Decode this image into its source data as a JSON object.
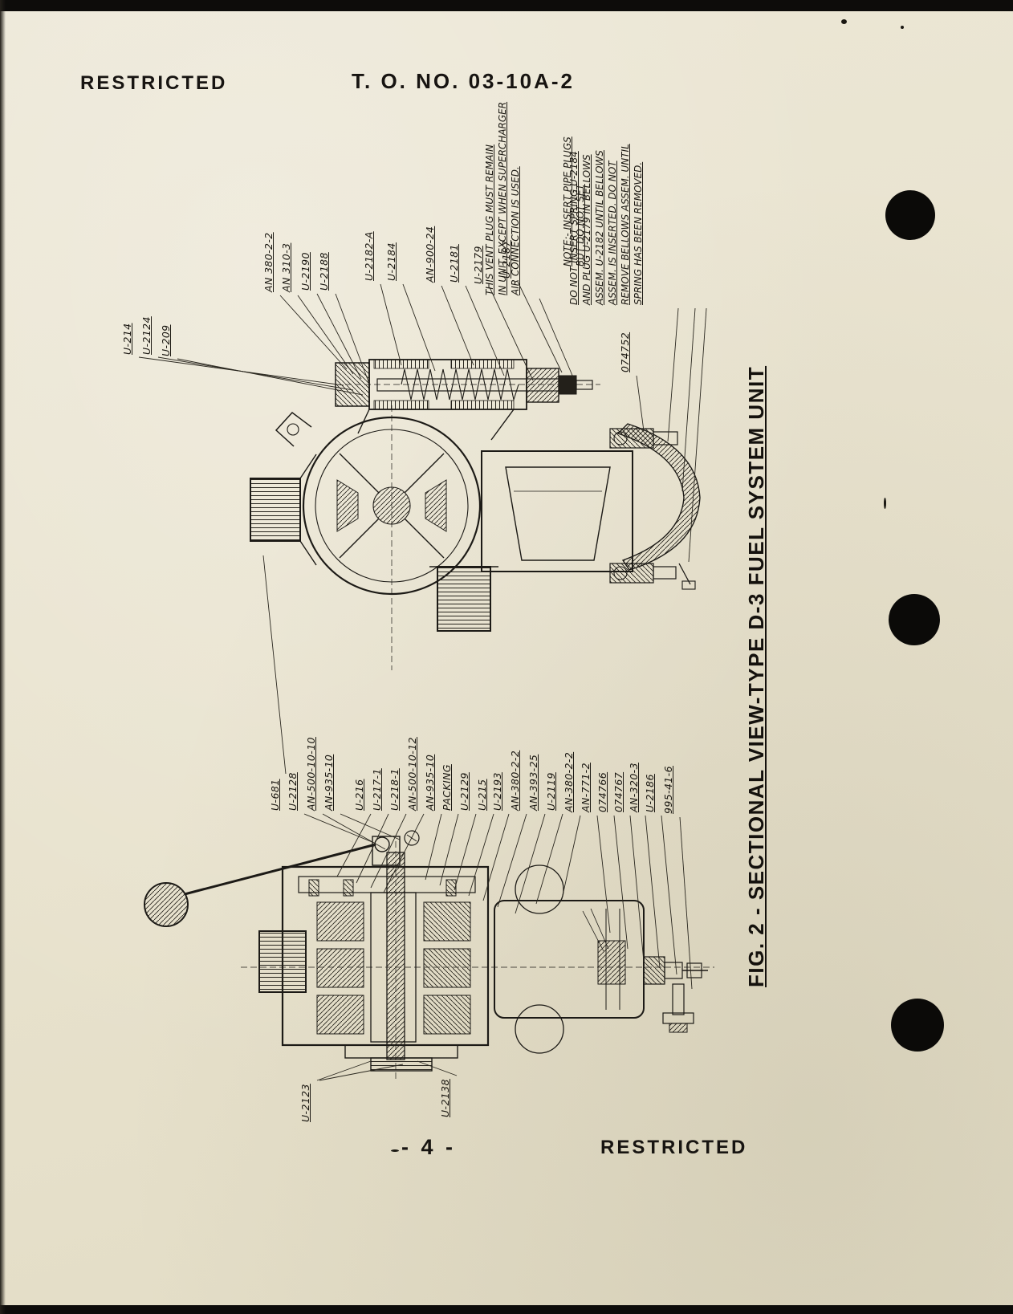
{
  "page": {
    "header_left": "RESTRICTED",
    "header_center": "T. O. NO. 03-10A-2",
    "footer_page_number": "- 4 -",
    "footer_right": "RESTRICTED"
  },
  "figure": {
    "caption": "FIG. 2 - SECTIONAL VIEW-TYPE D-3 FUEL SYSTEM UNIT"
  },
  "notes": {
    "vent_plug_lines": [
      "THIS VENT PLUG MUST REMAIN",
      "IN UNIT, EXCEPT WHEN SUPERCHARGER",
      "AIR CONNECTION IS USED."
    ],
    "pipe_plug_lines": [
      "NOTE:- INSERT PIPE PLUGS",
      "BUT DO NOT SET"
    ],
    "bellows_lines": [
      "DO NOT INSERT SPRING U-2184",
      "AND PLUG U-2179 IN BELLOWS",
      "ASSEM. U-2182 UNTIL BELLOWS",
      "ASSEM. IS INSERTED. DO NOT",
      "REMOVE BELLOWS ASSEM. UNTIL",
      "SPRING HAS BEEN REMOVED."
    ]
  },
  "labels": {
    "upper_left": [
      "U-214",
      "U-2124",
      "U-209"
    ],
    "upper": [
      "AN 380-2-2",
      "AN 310-3",
      "U-2190",
      "U-2188",
      "U-2182-A",
      "U-2184",
      "AN-900-24",
      "U-2181",
      "U-2179",
      "U-2187"
    ],
    "mid_right": "074752",
    "lower": [
      "U-681",
      "U-2128",
      "AN-500-10-10",
      "AN-935-10",
      "U-216",
      "U-217-1",
      "U-218-1",
      "AN-500-10-12",
      "AN-935-10",
      "PACKING",
      "U-2129",
      "U-215",
      "U-2193",
      "AN-380-2-2",
      "AN-393-25",
      "U-2119",
      "AN-380-2-2",
      "AN-771-2",
      "074766",
      "074767",
      "AN-320-3",
      "U-2186",
      "995-41-6"
    ],
    "bottom_left": [
      "U-2123",
      "U-2138"
    ]
  },
  "colors": {
    "paper": "#e8e2cd",
    "ink": "#1b1812",
    "scan_edge": "#0d0c0a"
  }
}
